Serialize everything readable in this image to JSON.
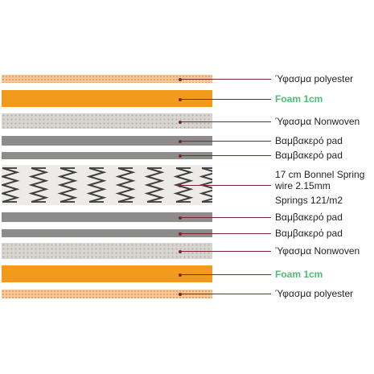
{
  "colors": {
    "polyester": "#f6c79a",
    "foam": "#f29a1c",
    "nonwoven": "#d8d4cf",
    "pad": "#8d8c8a",
    "leader": "#7a2630",
    "foam_label": "#4bbf74"
  },
  "layers": [
    {
      "type": "polyester",
      "label": "Ύφασμα polyester"
    },
    {
      "type": "foam",
      "label": "Foam 1cm"
    },
    {
      "type": "nonwoven",
      "label": "Ύφασμα Nonwoven"
    },
    {
      "type": "pad",
      "label": "Βαμβακερό pad"
    },
    {
      "type": "pad",
      "label": "Βαμβακερό pad"
    },
    {
      "type": "springs",
      "label_lines": [
        "17 cm Bonnel Spring",
        "wire 2.15mm",
        "Springs 121/m2"
      ]
    },
    {
      "type": "pad",
      "label": "Βαμβακερό pad"
    },
    {
      "type": "pad",
      "label": "Βαμβακερό pad"
    },
    {
      "type": "nonwoven",
      "label": "Ύφασμα Nonwoven"
    },
    {
      "type": "foam",
      "label": "Foam 1cm"
    },
    {
      "type": "polyester",
      "label": "Ύφασμα polyester"
    }
  ]
}
